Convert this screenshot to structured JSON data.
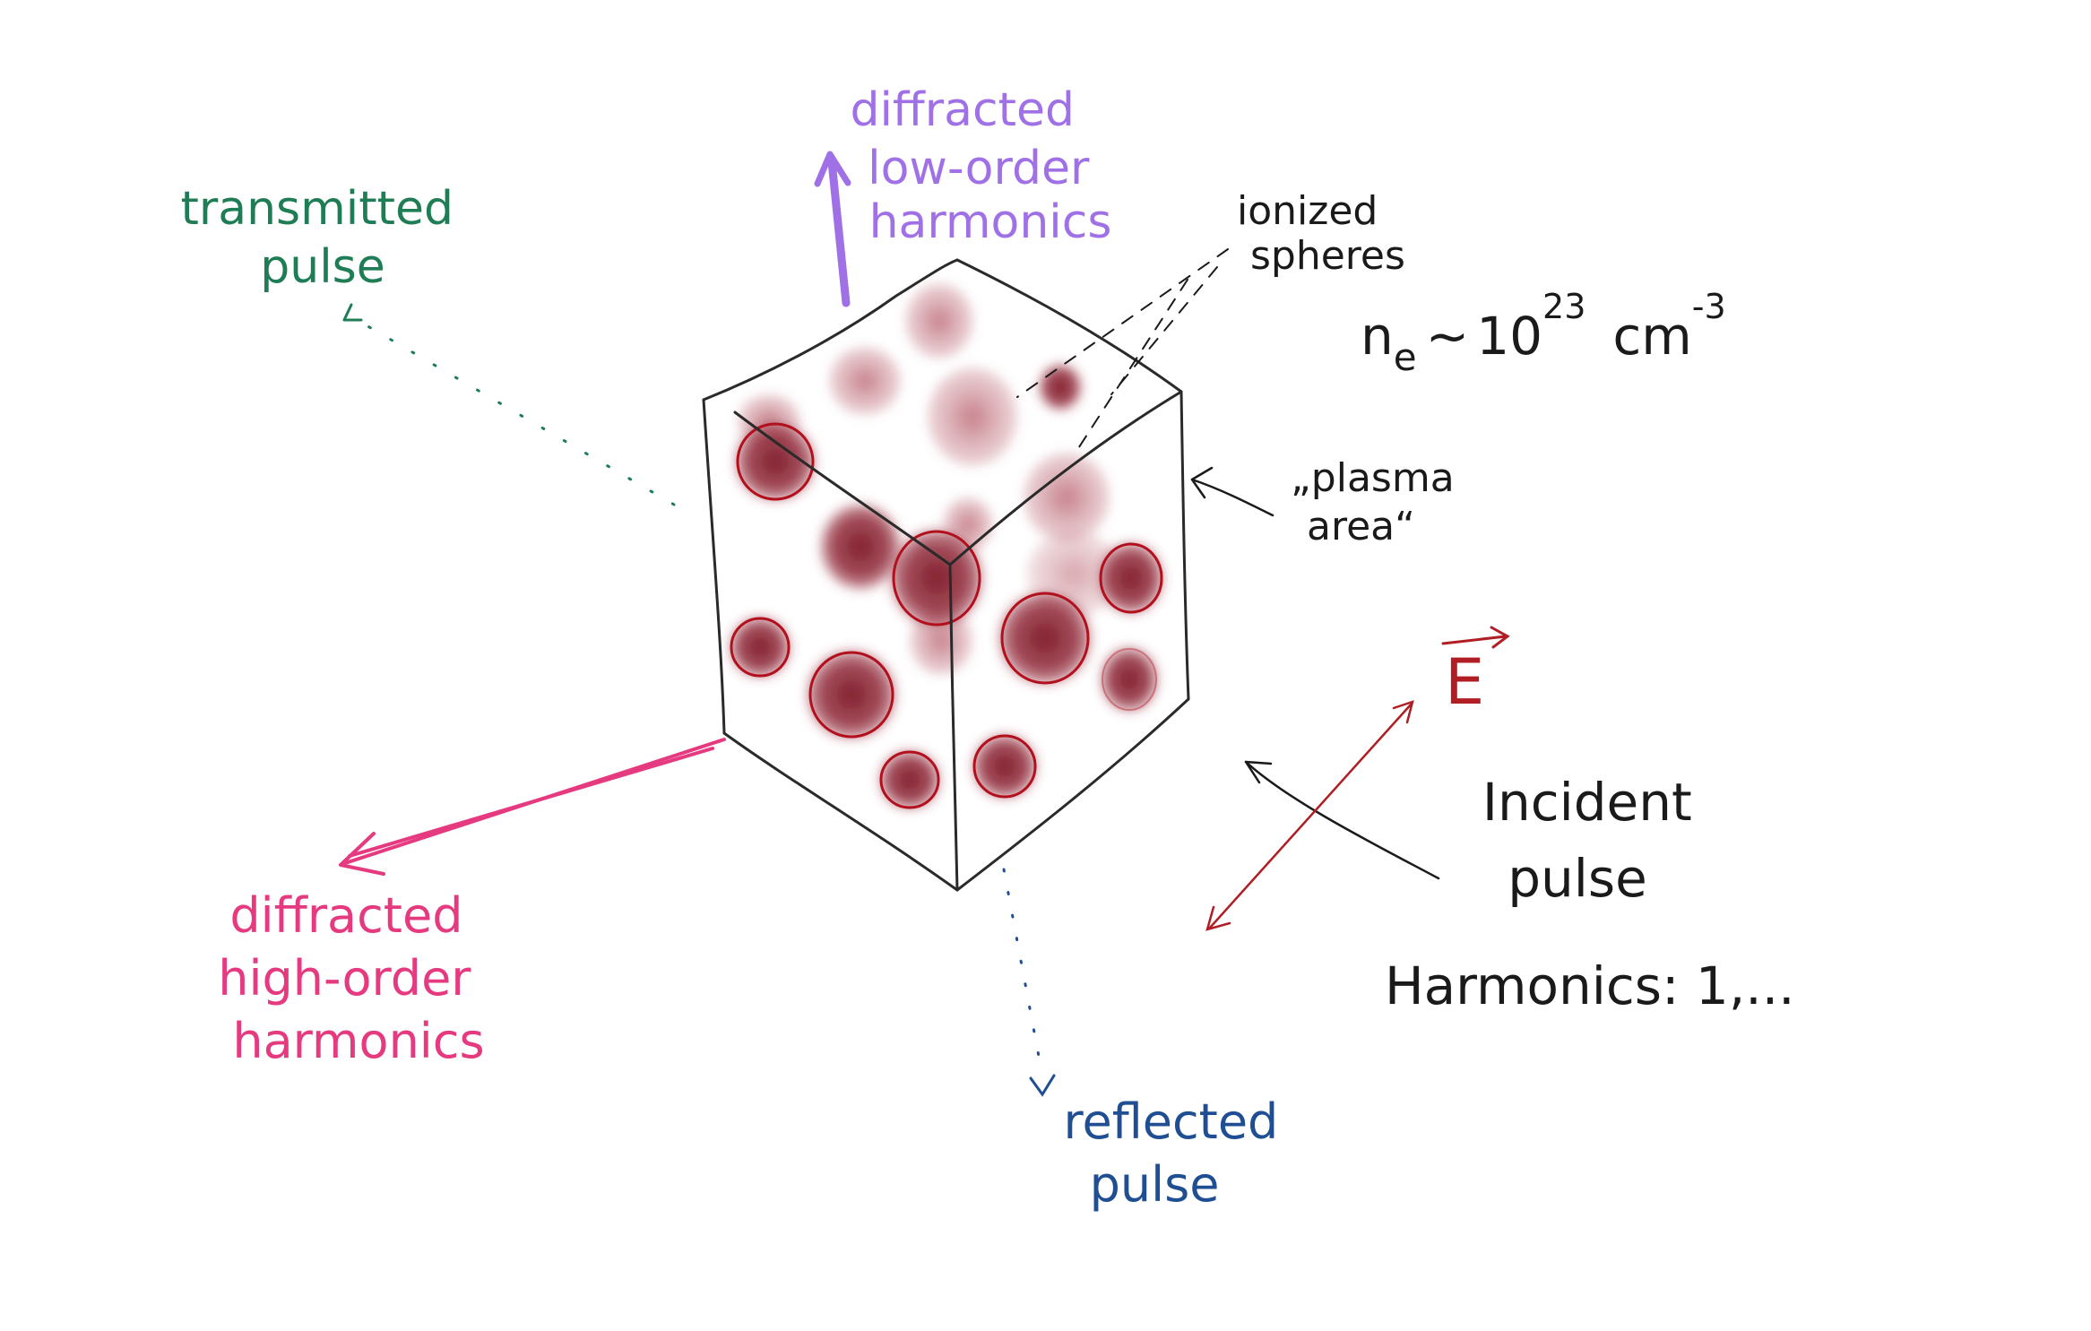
{
  "colors": {
    "cube_edge": "#2a2a2a",
    "sphere_fill": "#8e1f2e",
    "sphere_outline": "#b3101e",
    "transmitted": "#1f7d55",
    "low_order": "#a070e6",
    "high_order": "#e53a7f",
    "reflected": "#1f4f92",
    "field": "#b01e24",
    "annotation": "#1a1a1a"
  },
  "labels": {
    "transmitted": [
      "transmitted",
      "pulse"
    ],
    "low_order": [
      "diffracted",
      "low-order",
      "harmonics"
    ],
    "ionized": [
      "ionized",
      "spheres"
    ],
    "density": {
      "symbol": "n",
      "subscript": "e",
      "approx": "~",
      "base": "10",
      "exponent": "23",
      "unit": "cm",
      "unit_exponent": "-3"
    },
    "plasma": [
      "„plasma",
      "area“"
    ],
    "field_vector": "E",
    "incident": [
      "Incident",
      "pulse"
    ],
    "harmonics_list": "Harmonics: 1,...",
    "high_order": [
      "diffracted",
      "high-order",
      "harmonics"
    ],
    "reflected": [
      "reflected",
      "pulse"
    ]
  }
}
